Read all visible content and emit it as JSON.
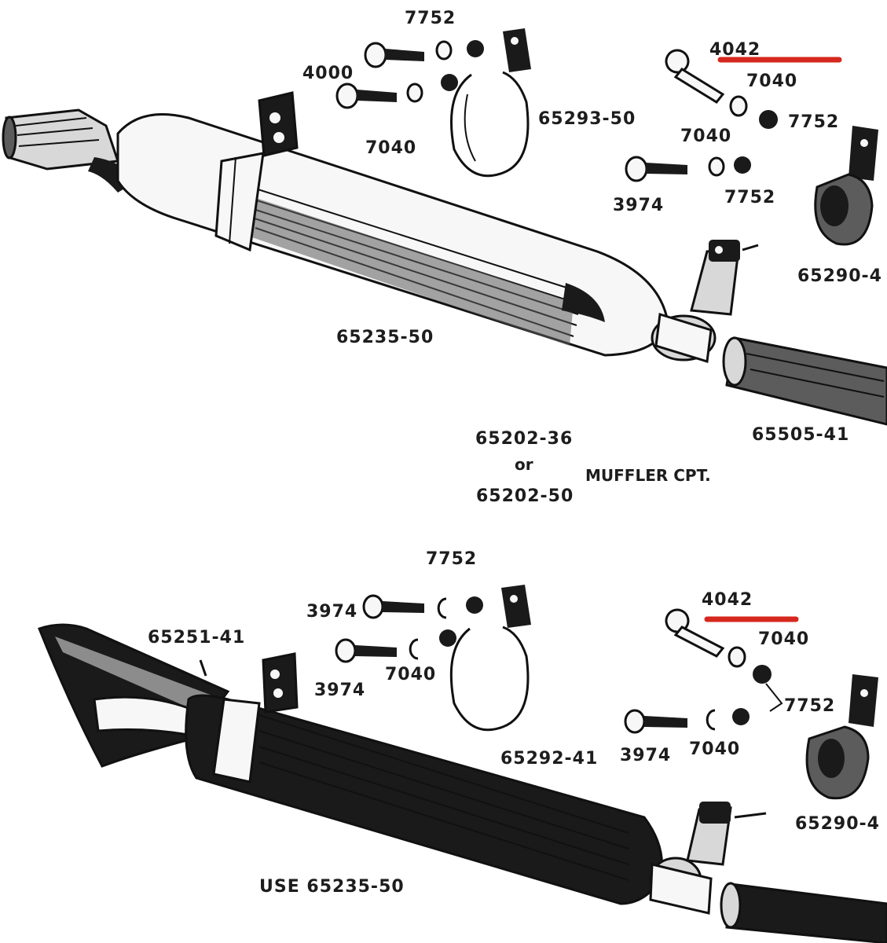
{
  "colors": {
    "ink": "#111111",
    "highlight": "#d6281e",
    "paper": "#ffffff"
  },
  "top": {
    "labels": {
      "p7752_a": "7752",
      "p4000": "4000",
      "p7040_a": "7040",
      "p65293": "65293-50",
      "p4042": "4042",
      "p7040_b": "7040",
      "p7040_c": "7040",
      "p7752_b": "7752",
      "p3974": "3974",
      "p7752_c": "7752",
      "p65290": "65290-4",
      "p65235": "65235-50",
      "p65202_36": "65202-36",
      "or": "or",
      "p65202_50": "65202-50",
      "muffler": "MUFFLER CPT.",
      "p65505": "65505-41"
    }
  },
  "bottom": {
    "labels": {
      "p7752_a": "7752",
      "p3974_a": "3974",
      "p65251": "65251-41",
      "p7040_a": "7040",
      "p3974_b": "3974",
      "p4042": "4042",
      "p7040_b": "7040",
      "p7752_b": "7752",
      "p65292": "65292-41",
      "p3974_c": "3974",
      "p7040_c": "7040",
      "p65290": "65290-4",
      "use": "USE 65235-50"
    }
  }
}
